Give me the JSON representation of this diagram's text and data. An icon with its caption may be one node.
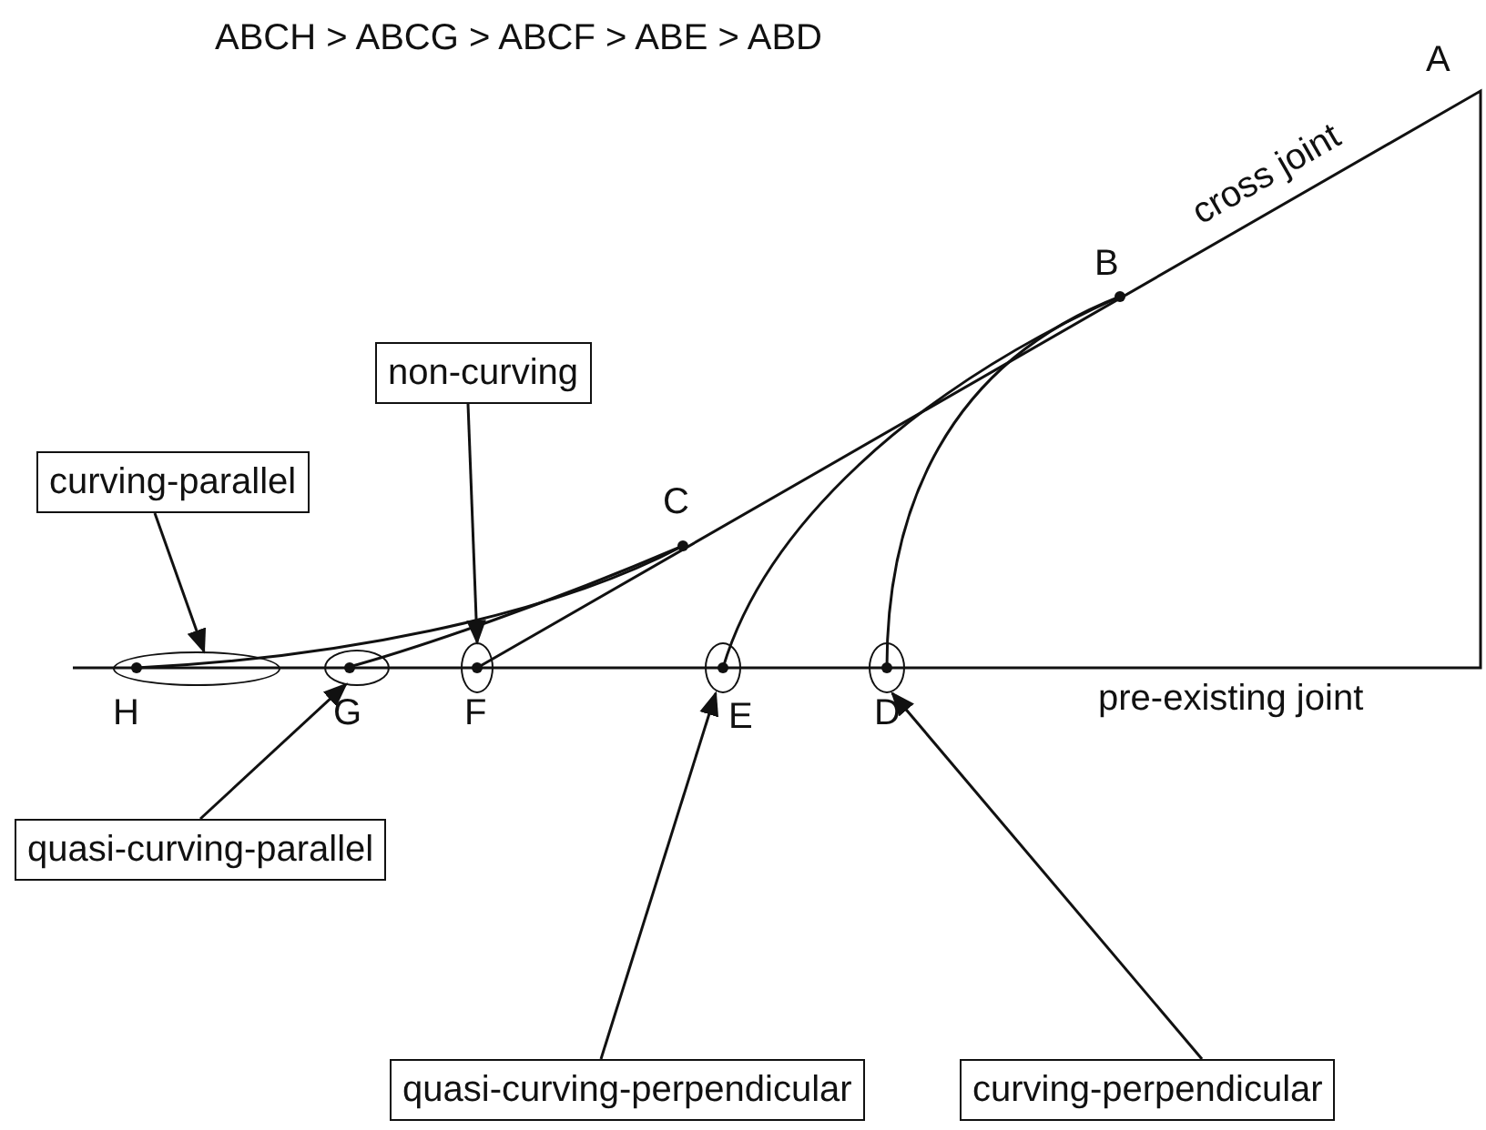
{
  "diagram": {
    "title": "ABCH > ABCG > ABCF > ABE > ABD",
    "nodes": [
      {
        "text": [
          "non-curving"
        ]
      },
      {
        "text": [
          "curving-parallel"
        ]
      },
      {
        "text": [
          "quasi-curving-parallel"
        ]
      },
      {
        "text": [
          "quasi-curving-perpendicular"
        ]
      },
      {
        "text": [
          "curving-perpendicular"
        ]
      },
      {
        "text": [],
        "shape": "ellipse"
      },
      {
        "text": [],
        "shape": "ellipse"
      },
      {
        "text": [],
        "shape": "ellipse"
      },
      {
        "text": [],
        "shape": "ellipse"
      },
      {
        "text": [],
        "shape": "ellipse"
      }
    ],
    "edges": [
      {
        "from": 0,
        "to": 7,
        "arrow": "to"
      },
      {
        "from": 1,
        "to": 5,
        "arrow": "to"
      },
      {
        "from": 2,
        "to": 6,
        "arrow": "to"
      },
      {
        "from": 3,
        "to": 8,
        "arrow": "to"
      },
      {
        "from": 4,
        "to": 9,
        "arrow": "to"
      }
    ],
    "labels": [
      "A",
      "B",
      "cross joint",
      "C",
      "H",
      "G",
      "F",
      "E",
      "D",
      "pre-existing joint"
    ]
  }
}
